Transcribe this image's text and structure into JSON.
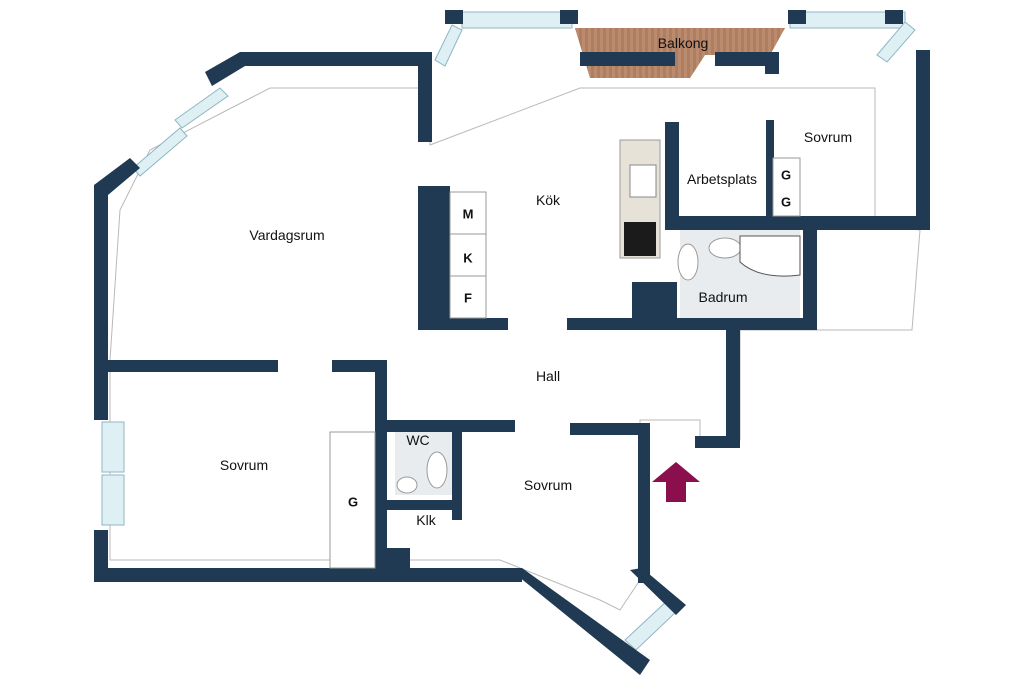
{
  "rooms": {
    "balkong": "Balkong",
    "kok": "Kök",
    "vardagsrum": "Vardagsrum",
    "sovrum_top_right": "Sovrum",
    "arbetsplats": "Arbetsplats",
    "badrum": "Badrum",
    "hall": "Hall",
    "sovrum_left": "Sovrum",
    "wc": "WC",
    "klk": "Klk",
    "sovrum_center": "Sovrum"
  },
  "fixtures": {
    "kitchen_m": "M",
    "kitchen_k": "K",
    "kitchen_f": "F",
    "wardrobe_g1": "G",
    "wardrobe_g2": "G",
    "wardrobe_g3": "G"
  },
  "colors": {
    "wall": "#1f3a52",
    "entrance_arrow": "#8a0f4c",
    "balcony_deck": "#9c6b4e",
    "window": "#dff0f5",
    "bathroom_floor": "#e9ecef"
  },
  "icons": {
    "entrance": "up-arrow-icon"
  }
}
